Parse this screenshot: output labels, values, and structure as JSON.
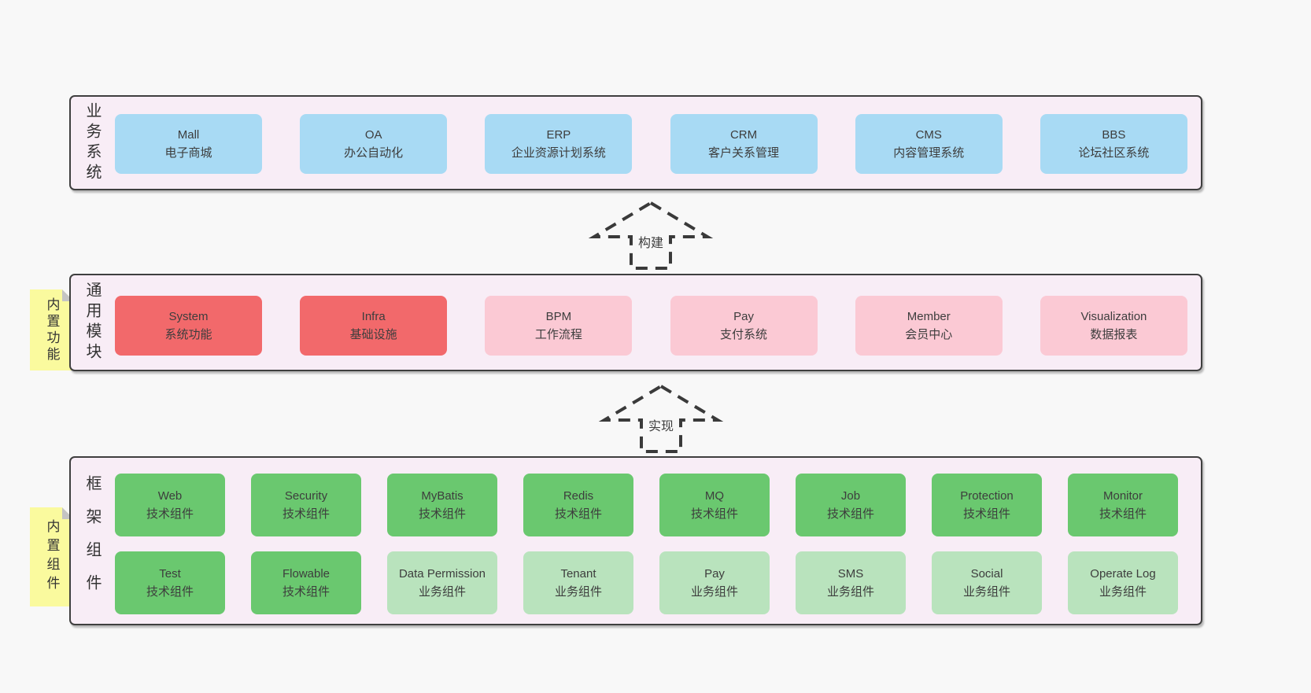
{
  "colors": {
    "page_bg": "#f8f8f8",
    "panel_bg": "#f8edf6",
    "panel_border": "#3f3f3f",
    "business_box_blue": "#a8daf4",
    "module_core_red": "#f2696b",
    "module_pink": "#fbc9d4",
    "tech_component_green": "#6ac86f",
    "biz_component_light_green": "#b9e3bd",
    "sticky_yellow": "#fafa9e",
    "sticky_fold_gray": "#c4c4c4"
  },
  "business": {
    "side_label": "业务系统",
    "boxes": [
      {
        "title": "Mall",
        "subtitle": "电子商城"
      },
      {
        "title": "OA",
        "subtitle": "办公自动化"
      },
      {
        "title": "ERP",
        "subtitle": "企业资源计划系统"
      },
      {
        "title": "CRM",
        "subtitle": "客户关系管理"
      },
      {
        "title": "CMS",
        "subtitle": "内容管理系统"
      },
      {
        "title": "BBS",
        "subtitle": "论坛社区系统"
      }
    ]
  },
  "arrow_build": {
    "label": "构建"
  },
  "modules": {
    "sticky": "内置功能",
    "side_label": "通用模块",
    "boxes": [
      {
        "title": "System",
        "subtitle": "系统功能",
        "variant": "core"
      },
      {
        "title": "Infra",
        "subtitle": "基础设施",
        "variant": "core"
      },
      {
        "title": "BPM",
        "subtitle": "工作流程",
        "variant": "normal"
      },
      {
        "title": "Pay",
        "subtitle": "支付系统",
        "variant": "normal"
      },
      {
        "title": "Member",
        "subtitle": "会员中心",
        "variant": "normal"
      },
      {
        "title": "Visualization",
        "subtitle": "数据报表",
        "variant": "normal"
      }
    ]
  },
  "arrow_implement": {
    "label": "实现"
  },
  "components": {
    "sticky": "内置组件",
    "side_label": "框架组件",
    "row1": [
      {
        "title": "Web",
        "subtitle": "技术组件"
      },
      {
        "title": "Security",
        "subtitle": "技术组件"
      },
      {
        "title": "MyBatis",
        "subtitle": "技术组件"
      },
      {
        "title": "Redis",
        "subtitle": "技术组件"
      },
      {
        "title": "MQ",
        "subtitle": "技术组件"
      },
      {
        "title": "Job",
        "subtitle": "技术组件"
      },
      {
        "title": "Protection",
        "subtitle": "技术组件"
      },
      {
        "title": "Monitor",
        "subtitle": "技术组件"
      }
    ],
    "row2": [
      {
        "title": "Test",
        "subtitle": "技术组件"
      },
      {
        "title": "Flowable",
        "subtitle": "技术组件"
      },
      {
        "title": "Data Permission",
        "subtitle": "业务组件"
      },
      {
        "title": "Tenant",
        "subtitle": "业务组件"
      },
      {
        "title": "Pay",
        "subtitle": "业务组件"
      },
      {
        "title": "SMS",
        "subtitle": "业务组件"
      },
      {
        "title": "Social",
        "subtitle": "业务组件"
      },
      {
        "title": "Operate Log",
        "subtitle": "业务组件"
      }
    ]
  }
}
